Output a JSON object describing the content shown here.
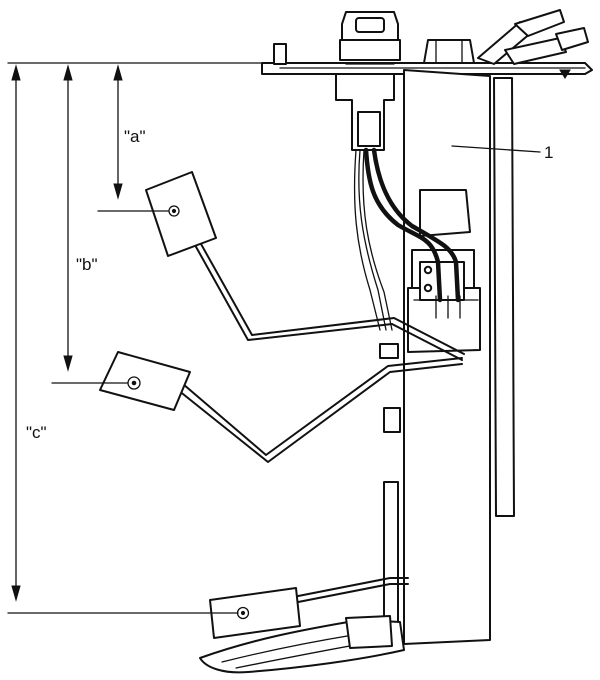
{
  "diagram": {
    "labels": {
      "a": "\"a\"",
      "b": "\"b\"",
      "c": "\"c\"",
      "part_1": "1"
    }
  }
}
